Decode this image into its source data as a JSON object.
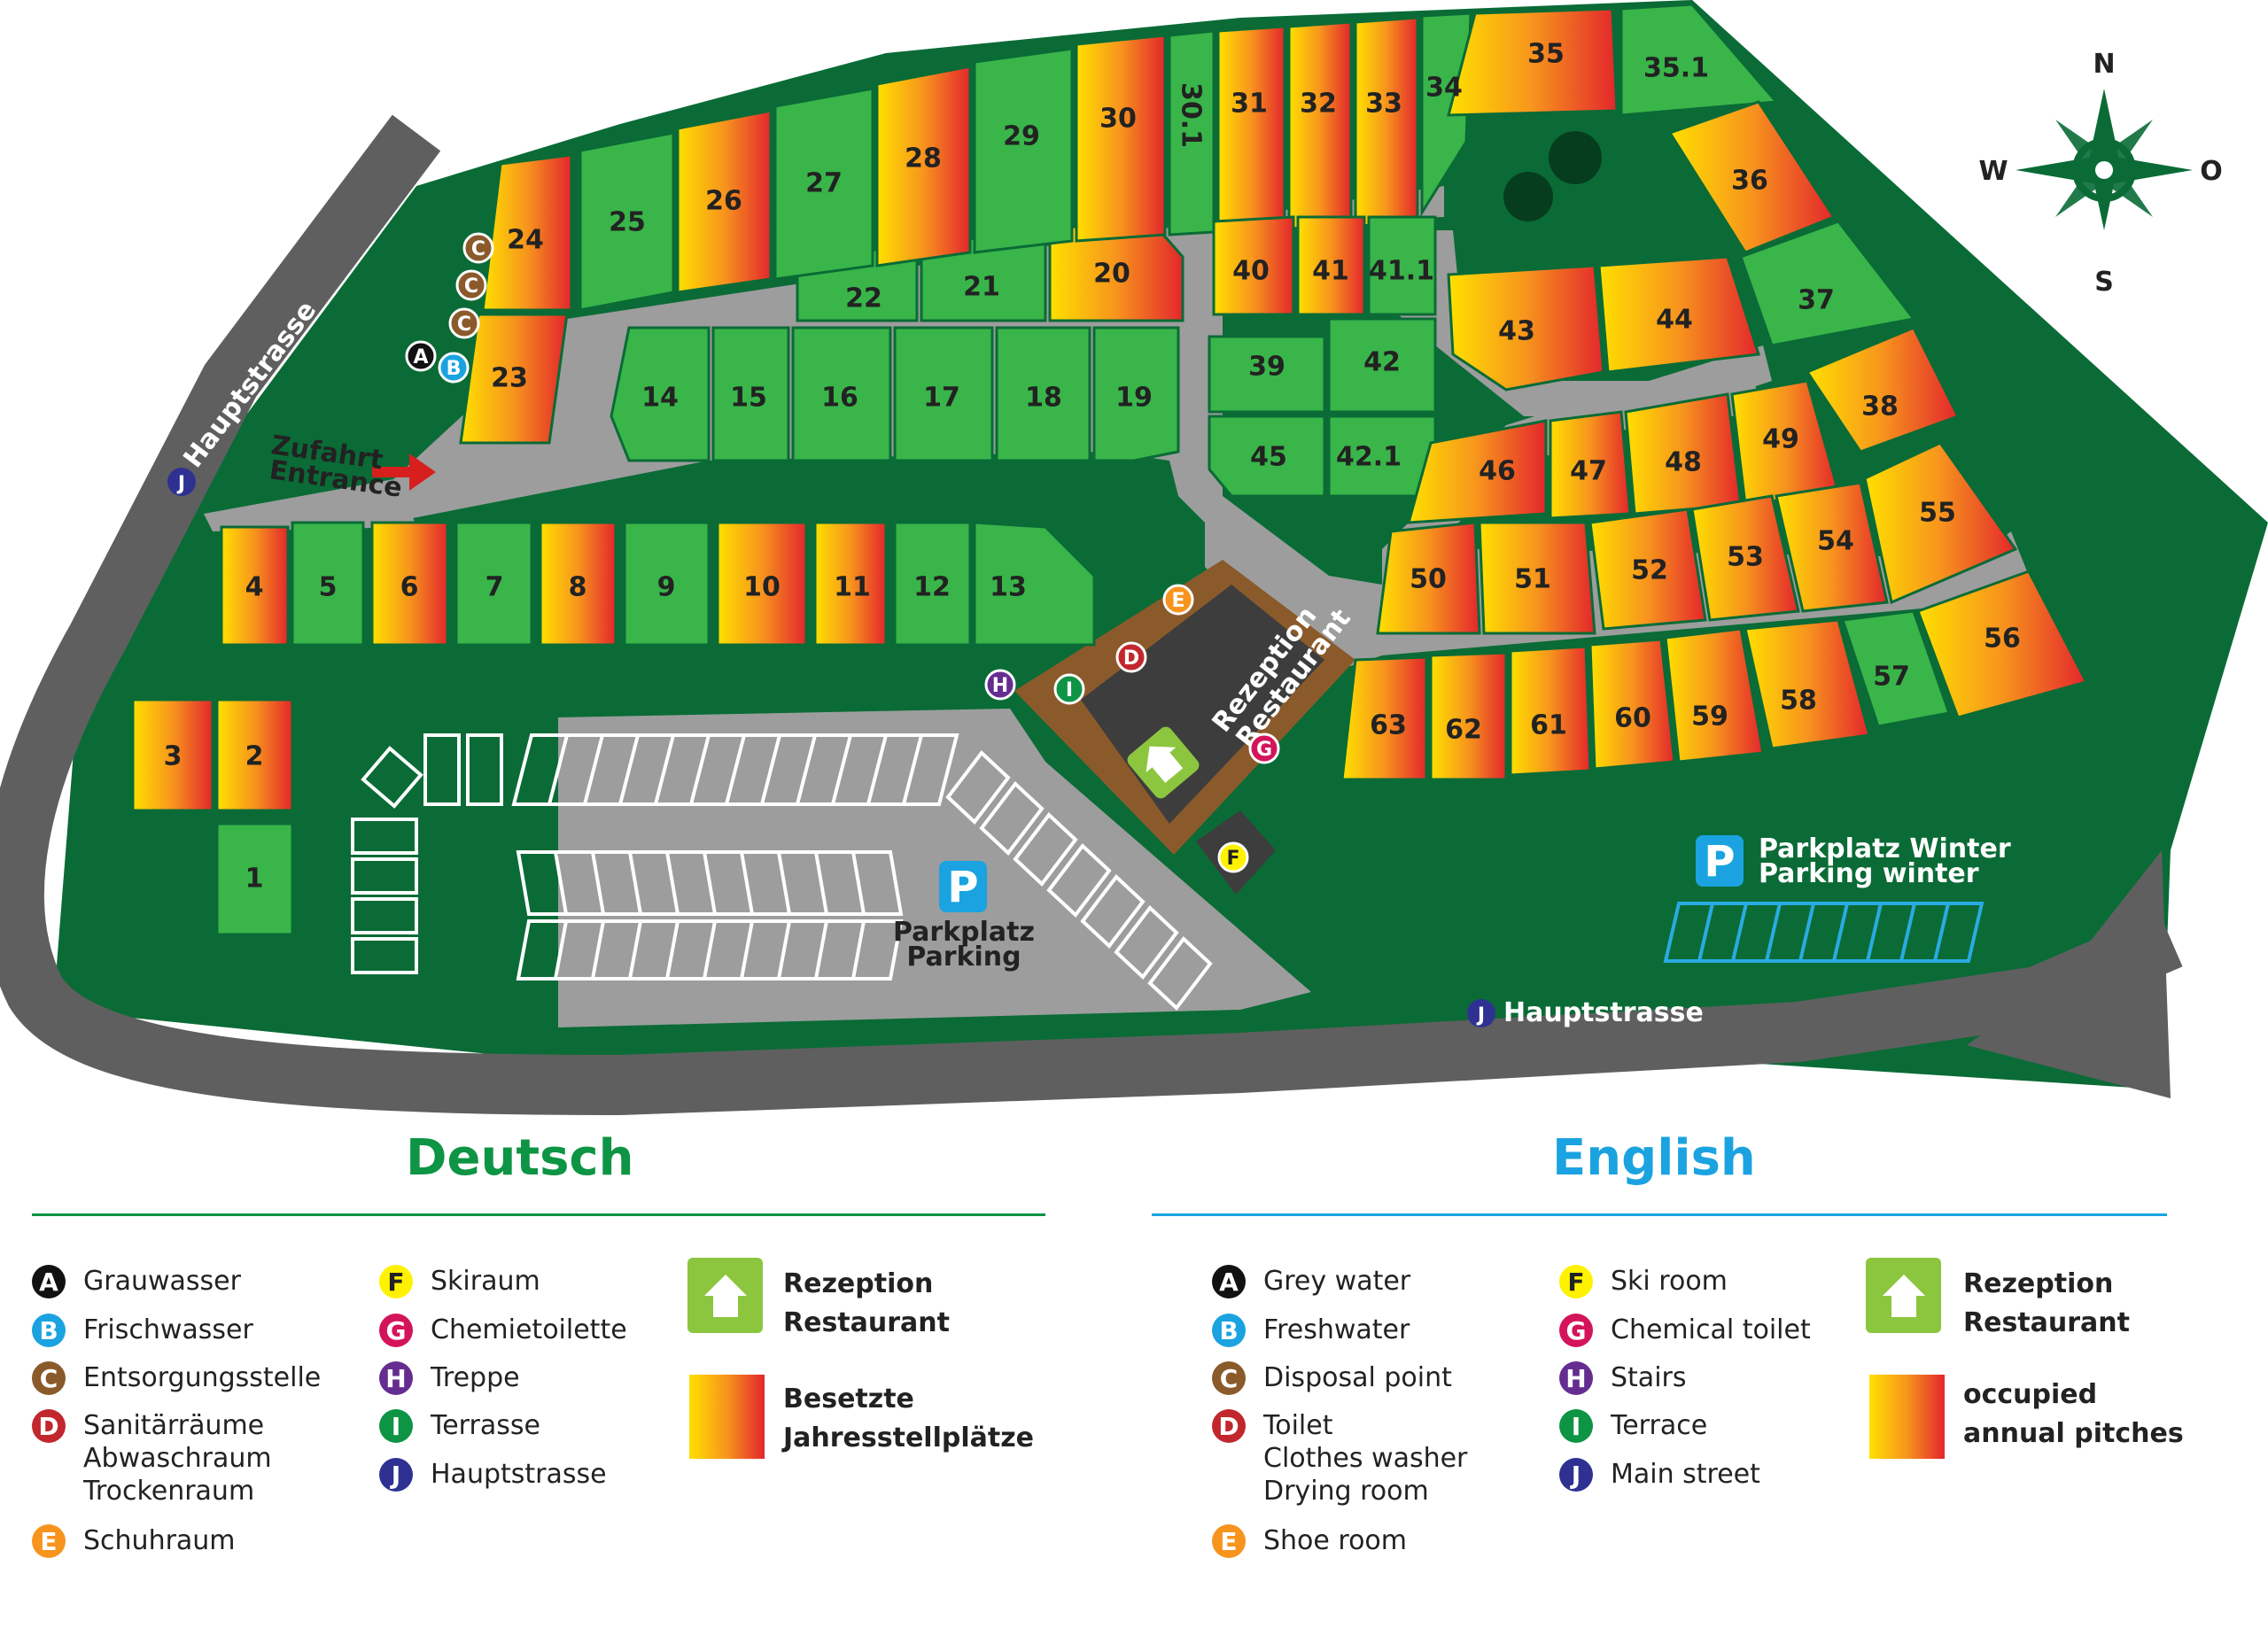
{
  "colors": {
    "dark_green": "#0a6b36",
    "pitch_green": "#39b54a",
    "road_gray": "#9d9d9d",
    "street_dark": "#5f5f5f",
    "reception_brown": "#8b5a2b",
    "deutsch_title": "#0d9444",
    "english_title": "#1aa3e0",
    "occupied_gradient": [
      "#ffe000",
      "#f7941d",
      "#e3262c"
    ]
  },
  "map": {
    "street_label_top": "Hauptstrasse",
    "street_label_bottom": "Hauptstrasse",
    "entrance_label_de": "Zufahrt",
    "entrance_label_en": "Entrance",
    "reception_label_1": "Rezeption",
    "reception_label_2": "Restaurant",
    "parking_label_1": "Parkplatz",
    "parking_label_2": "Parking",
    "winter_parking_label_1": "Parkplatz Winter",
    "winter_parking_label_2": "Parking winter",
    "parking_icon": "P",
    "compass": {
      "n": "N",
      "s": "S",
      "w": "W",
      "e": "O"
    },
    "pitches": {
      "p1": "1",
      "p2": "2",
      "p3": "3",
      "p4": "4",
      "p5": "5",
      "p6": "6",
      "p7": "7",
      "p8": "8",
      "p9": "9",
      "p10": "10",
      "p11": "11",
      "p12": "12",
      "p13": "13",
      "p14": "14",
      "p15": "15",
      "p16": "16",
      "p17": "17",
      "p18": "18",
      "p19": "19",
      "p20": "20",
      "p21": "21",
      "p22": "22",
      "p23": "23",
      "p24": "24",
      "p25": "25",
      "p26": "26",
      "p27": "27",
      "p28": "28",
      "p29": "29",
      "p30": "30",
      "p30_1": "30.1",
      "p31": "31",
      "p32": "32",
      "p33": "33",
      "p34": "34",
      "p35": "35",
      "p35_1": "35.1",
      "p36": "36",
      "p37": "37",
      "p38": "38",
      "p39": "39",
      "p40": "40",
      "p41": "41",
      "p41_1": "41.1",
      "p42": "42",
      "p42_1": "42.1",
      "p43": "43",
      "p44": "44",
      "p45": "45",
      "p46": "46",
      "p47": "47",
      "p48": "48",
      "p49": "49",
      "p50": "50",
      "p51": "51",
      "p52": "52",
      "p53": "53",
      "p54": "54",
      "p55": "55",
      "p56": "56",
      "p57": "57",
      "p58": "58",
      "p59": "59",
      "p60": "60",
      "p61": "61",
      "p62": "62",
      "p63": "63"
    },
    "markers": {
      "a": "A",
      "b": "B",
      "c": "C",
      "d": "D",
      "e": "E",
      "f": "F",
      "g": "G",
      "h": "H",
      "i": "I",
      "j": "J"
    }
  },
  "legend_de": {
    "title": "Deutsch",
    "a": "Grauwasser",
    "b": "Frischwasser",
    "c": "Entsorgungsstelle",
    "d1": "Sanitärräume",
    "d2": "Abwaschraum",
    "d3": "Trockenraum",
    "e": "Schuhraum",
    "f": "Skiraum",
    "g": "Chemietoilette",
    "h": "Treppe",
    "i": "Terrasse",
    "j": "Hauptstrasse",
    "reception1": "Rezeption",
    "reception2": "Restaurant",
    "occupied1": "Besetzte",
    "occupied2": "Jahresstellplätze"
  },
  "legend_en": {
    "title": "English",
    "a": "Grey water",
    "b": "Freshwater",
    "c": "Disposal point",
    "d1": "Toilet",
    "d2": "Clothes washer",
    "d3": "Drying room",
    "e": "Shoe room",
    "f": "Ski room",
    "g": "Chemical toilet",
    "h": "Stairs",
    "i": "Terrace",
    "j": "Main street",
    "reception1": "Rezeption",
    "reception2": "Restaurant",
    "occupied1": "occupied",
    "occupied2": "annual pitches"
  },
  "legend_letters": {
    "a": "A",
    "b": "B",
    "c": "C",
    "d": "D",
    "e": "E",
    "f": "F",
    "g": "G",
    "h": "H",
    "i": "I",
    "j": "J"
  }
}
